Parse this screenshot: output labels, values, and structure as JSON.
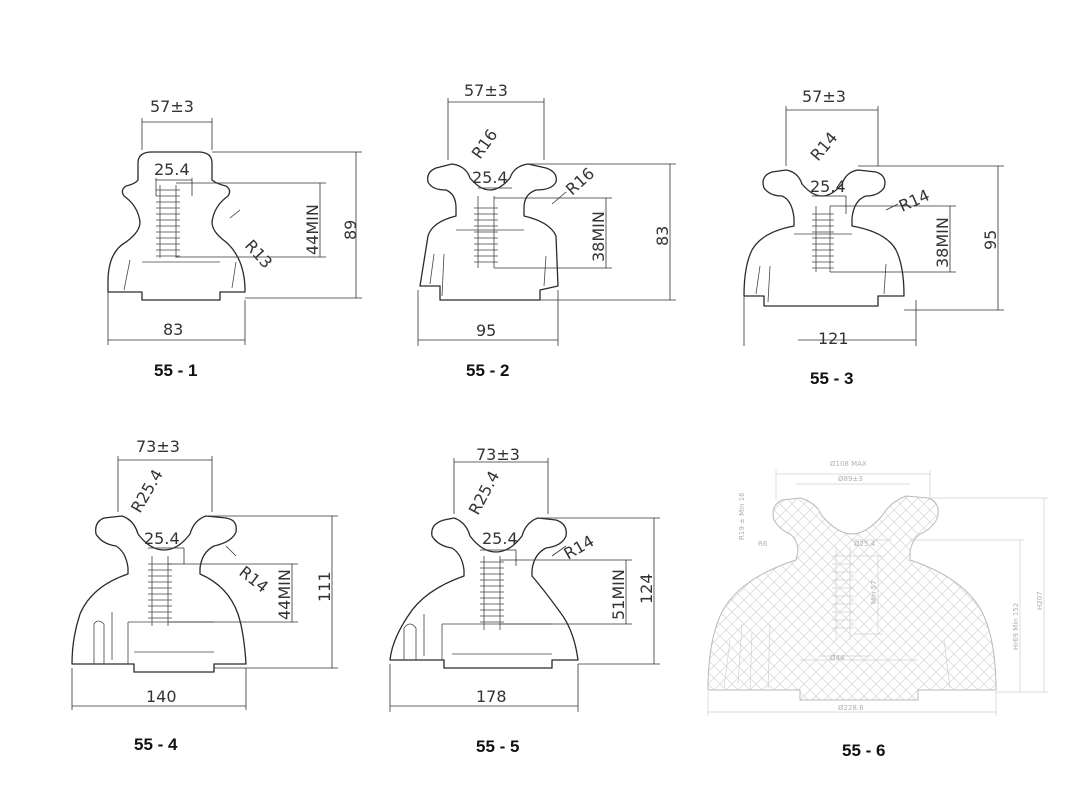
{
  "drawings": [
    {
      "caption": "55 - 1",
      "top_dim": "57±3",
      "inner_dim": "25.4",
      "radius": "R13",
      "thread_dim": "44MIN",
      "height": "89",
      "width": "83"
    },
    {
      "caption": "55 - 2",
      "top_dim": "57±3",
      "inner_dim": "25.4",
      "radius_top": "R16",
      "radius_side": "R16",
      "thread_dim": "38MIN",
      "height": "83",
      "width": "95"
    },
    {
      "caption": "55 - 3",
      "top_dim": "57±3",
      "inner_dim": "25.4",
      "radius_top": "R14",
      "radius_side": "R14",
      "thread_dim": "38MIN",
      "height": "95",
      "width": "121"
    },
    {
      "caption": "55 - 4",
      "top_dim": "73±3",
      "inner_dim": "25.4",
      "radius_top": "R25.4",
      "radius_side": "R14",
      "thread_dim": "44MIN",
      "height": "111",
      "width": "140"
    },
    {
      "caption": "55 - 5",
      "top_dim": "73±3",
      "inner_dim": "25.4",
      "radius_top": "R25.4",
      "radius_side": "R14",
      "thread_dim": "51MIN",
      "height": "124",
      "width": "178"
    },
    {
      "caption": "55 - 6",
      "top_dim": "Ø108 MAX",
      "inner_dim": "Ø89±3",
      "radius_top": "R19 ± Min 16",
      "radius_side": "R6",
      "thread_dim": "Min 57",
      "height": "H207",
      "width": "Ø228.6",
      "neck": "Ø25.4",
      "bore": "Ø44",
      "head_height": "Hr69 Min 152"
    }
  ]
}
